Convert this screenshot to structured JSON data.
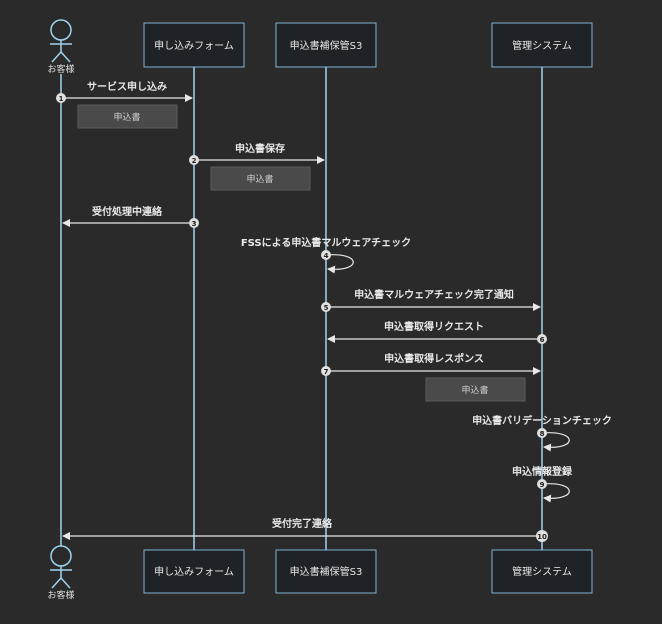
{
  "actor": {
    "label": "お客様"
  },
  "participants": [
    {
      "id": "form",
      "label": "申し込みフォーム"
    },
    {
      "id": "s3",
      "label": "申込書補保管S3"
    },
    {
      "id": "admin",
      "label": "管理システム"
    }
  ],
  "messages": [
    {
      "num": "1",
      "label": "サービス申し込み"
    },
    {
      "num": "2",
      "label": "申込書保存"
    },
    {
      "num": "3",
      "label": "受付処理中連絡"
    },
    {
      "num": "4",
      "label": "FSSによる申込書マルウェアチェック"
    },
    {
      "num": "5",
      "label": "申込書マルウェアチェック完了通知"
    },
    {
      "num": "6",
      "label": "申込書取得リクエスト"
    },
    {
      "num": "7",
      "label": "申込書取得レスポンス"
    },
    {
      "num": "8",
      "label": "申込書バリデーションチェック"
    },
    {
      "num": "9",
      "label": "申込情報登録"
    },
    {
      "num": "10",
      "label": "受付完了連絡"
    }
  ],
  "notes": [
    {
      "label": "申込書"
    },
    {
      "label": "申込書"
    },
    {
      "label": "申込書"
    }
  ]
}
